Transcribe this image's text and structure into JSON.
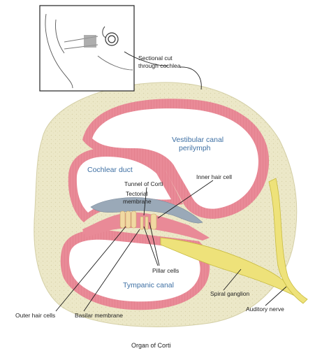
{
  "labels": {
    "sectional_cut_line1": "Sectional cut",
    "sectional_cut_line2": "through cochlea",
    "vestibular_canal": "Vestibular canal",
    "perilymph": "perilymph",
    "cochlear_duct": "Cochlear duct",
    "tunnel_of_corti": "Tunnel of Corti",
    "tectorial_line1": "Tectorial",
    "tectorial_line2": "membrane",
    "inner_hair_cell": "Inner hair cell",
    "pillar_cells": "Pillar cells",
    "tympanic_canal": "Tympanic canal",
    "spiral_ganglion": "Spiral ganglion",
    "auditory_nerve": "Auditory nerve",
    "outer_hair_cells": "Outer hair cells",
    "basilar_membrane": "Basilar membrane"
  },
  "caption": "Organ of Corti",
  "colors": {
    "bone": "#ece8c8",
    "canal_wall": "#e98a97",
    "canal_fill": "#ffffff",
    "tectorial": "#9aa9b8",
    "hair_cells": "#f1d9a2",
    "nerve": "#eee27a",
    "label_blue": "#3d6fa3"
  },
  "icons": {
    "inset": "ear-cross-section-inset",
    "organ_of_corti": "organ-of-corti-structure"
  }
}
